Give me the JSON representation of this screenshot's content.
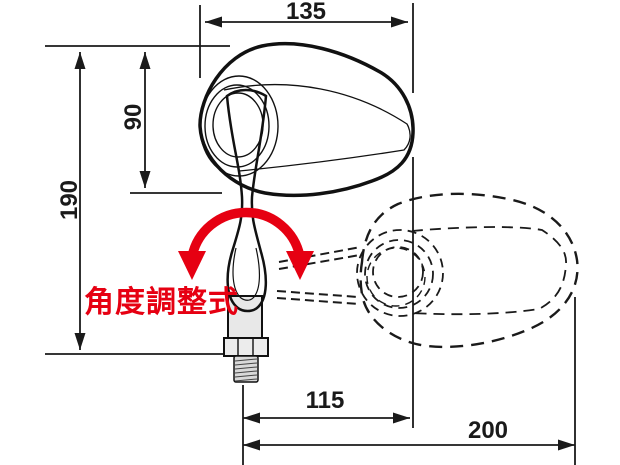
{
  "diagram": {
    "title": "angle-adjustable-mirror-dimension-drawing",
    "annotation": {
      "text": "角度調整式",
      "color": "#e60012"
    },
    "dimensions": {
      "mirror_width": "135",
      "head_height": "90",
      "overall_height": "190",
      "pivot_offset_near": "115",
      "pivot_offset_far": "200"
    },
    "colors": {
      "line": "#1a1a1a",
      "mirror_fill": "#e8e8e8",
      "stem_fill": "#ececec",
      "accent_red": "#e60012",
      "background": "#ffffff"
    }
  }
}
